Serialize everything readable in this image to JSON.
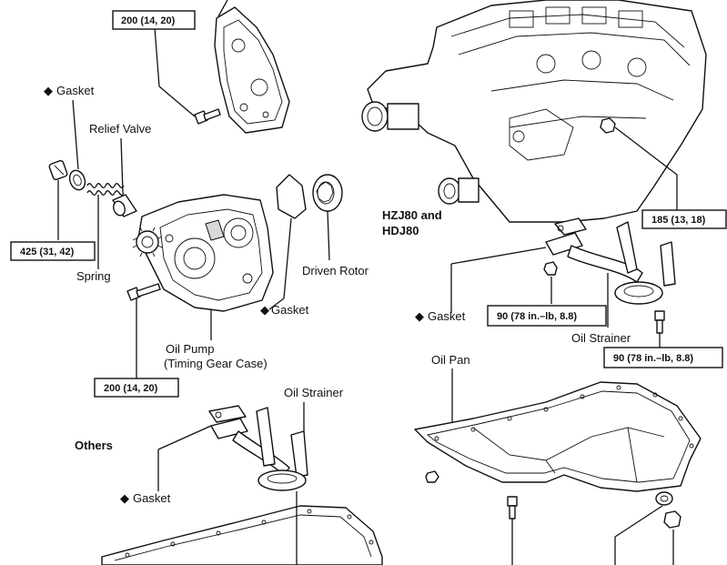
{
  "labels": {
    "gasket_top_left": "Gasket",
    "relief_valve": "Relief Valve",
    "spring": "Spring",
    "driven_rotor": "Driven Rotor",
    "gasket_pump": "Gasket",
    "oil_pump": "Oil Pump",
    "timing_gear_case": "(Timing Gear Case)",
    "hzj80_and": "HZJ80 and",
    "hdj80": "HDJ80",
    "gasket_right": "Gasket",
    "oil_strainer_right": "Oil Strainer",
    "oil_pan": "Oil Pan",
    "others": "Others",
    "oil_strainer_left": "Oil Strainer",
    "gasket_bottom": "Gasket"
  },
  "specs": {
    "top_cover_bolt": "200 (14, 20)",
    "relief_valve_plug": "425 (31, 42)",
    "pump_bolt": "200 (14, 20)",
    "engine_plug": "185 (13, 18)",
    "strainer_nut": "90 (78 in.–lb, 8.8)",
    "strainer_bolt": "90 (78 in.–lb, 8.8)"
  },
  "symbols": {
    "non_reusable": "◆"
  }
}
